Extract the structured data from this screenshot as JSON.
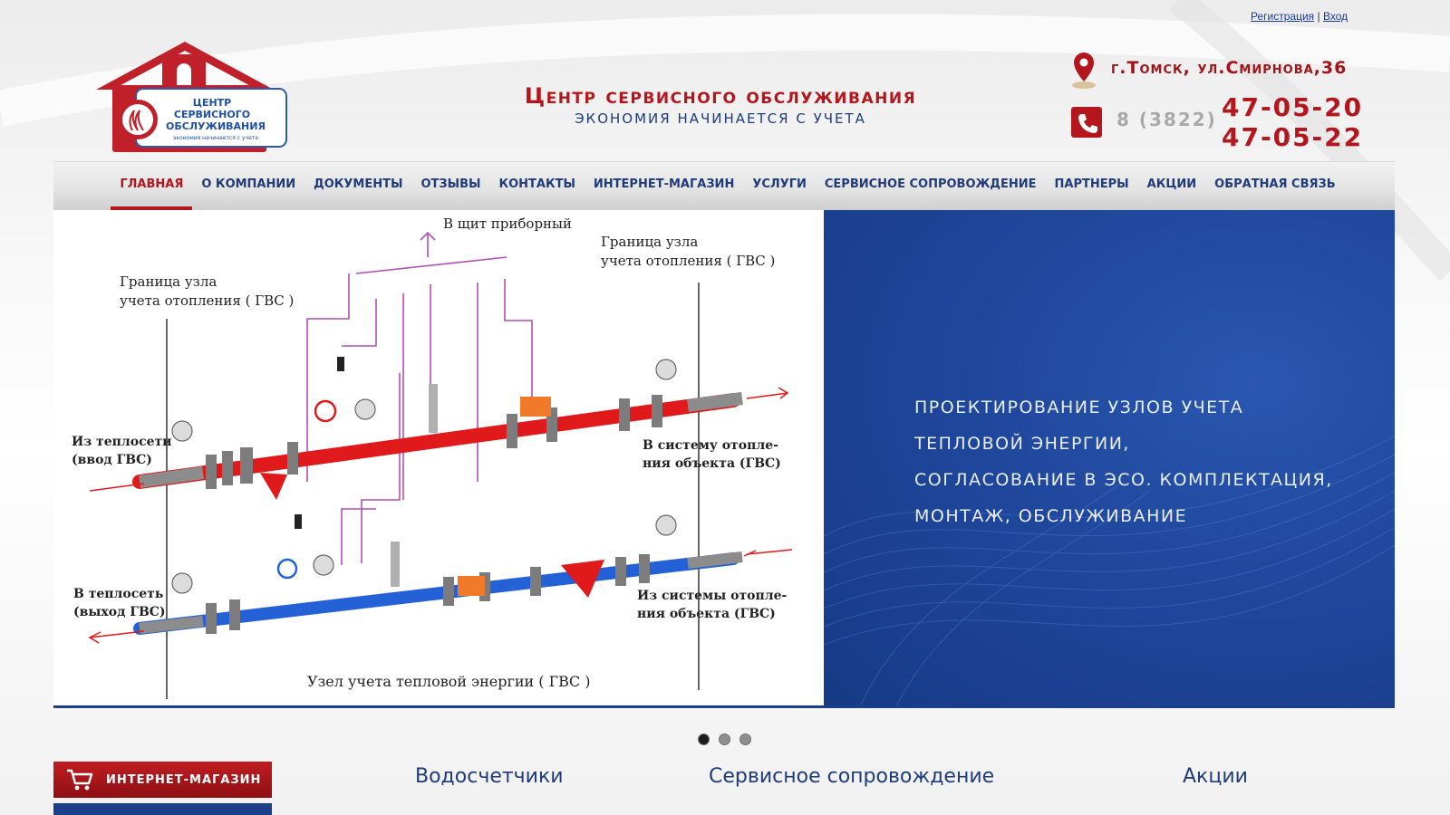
{
  "auth": {
    "register": "Регистрация",
    "separator": "|",
    "login": "Вход"
  },
  "logo": {
    "line1": "ЦЕНТР",
    "line2": "СЕРВИСНОГО",
    "line3": "ОБСЛУЖИВАНИЯ",
    "tagline": "экономия начинается с учета"
  },
  "slogan": {
    "title": "Центр сервисного обслуживания",
    "subtitle": "ЭКОНОМИЯ НАЧИНАЕТСЯ С УЧЕТА"
  },
  "contacts": {
    "address": "г.Томск, ул.Смирнова,36",
    "phone_code": "8 (3822)",
    "phone1": "47-05-20",
    "phone2": "47-05-22"
  },
  "nav": {
    "items": [
      {
        "label": "ГЛАВНАЯ"
      },
      {
        "label": "О КОМПАНИИ"
      },
      {
        "label": "ДОКУМЕНТЫ"
      },
      {
        "label": "ОТЗЫВЫ"
      },
      {
        "label": "КОНТАКТЫ"
      },
      {
        "label": "ИНТЕРНЕТ-МАГАЗИН"
      },
      {
        "label": "УСЛУГИ"
      },
      {
        "label": "СЕРВИСНОЕ СОПРОВОЖДЕНИЕ"
      },
      {
        "label": "ПАРТНЕРЫ"
      },
      {
        "label": "АКЦИИ"
      },
      {
        "label": "ОБРАТНАЯ СВЯЗЬ"
      }
    ],
    "active_index": 0
  },
  "slide": {
    "diagram": {
      "top_label": "В щит приборный",
      "left_border": [
        "Граница узла",
        "учета отопления  ( ГВС )"
      ],
      "right_border": [
        "Граница узла",
        "учета отопления  ( ГВС )"
      ],
      "in_supply": [
        "Из теплосети",
        "(ввод ГВС)"
      ],
      "to_system": [
        "В систему отопле-",
        "ния объекта (ГВС)"
      ],
      "out_return": [
        "В теплосеть",
        "(выход ГВС)"
      ],
      "from_system": [
        "Из системы отопле-",
        "ния объекта (ГВС)"
      ],
      "caption": "Узел учета тепловой энергии ( ГВС )"
    },
    "text_lines": [
      "ПРОЕКТИРОВАНИЕ УЗЛОВ УЧЕТА",
      "ТЕПЛОВОЙ ЭНЕРГИИ,",
      "СОГЛАСОВАНИЕ В ЭСО. КОМПЛЕКТАЦИЯ,",
      "МОНТАЖ, ОБСЛУЖИВАНИЕ"
    ],
    "dots_count": 3,
    "active_dot": 0
  },
  "bottom": {
    "shop_button": "ИНТЕРНЕТ-МАГАЗИН",
    "sections": [
      "Водосчетчики",
      "Сервисное сопровождение",
      "Акции"
    ]
  },
  "colors": {
    "brand_red": "#b3161c",
    "brand_blue": "#1f3b7a",
    "panel_blue": "#1f479c"
  }
}
